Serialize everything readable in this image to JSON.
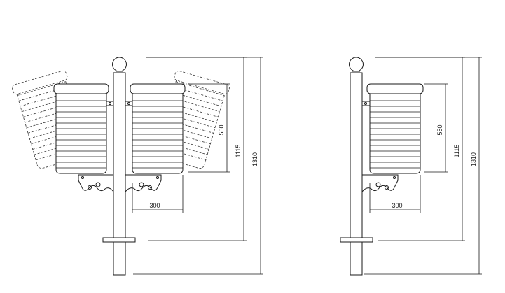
{
  "views": [
    {
      "name": "double-bin-view",
      "dimensions": {
        "bin_height": "550",
        "overall_height_to_flange": "1115",
        "overall_height": "1310",
        "bin_width": "300"
      }
    },
    {
      "name": "single-bin-view",
      "dimensions": {
        "bin_height": "550",
        "overall_height_to_flange": "1115",
        "overall_height": "1310",
        "bin_width": "300"
      }
    }
  ]
}
